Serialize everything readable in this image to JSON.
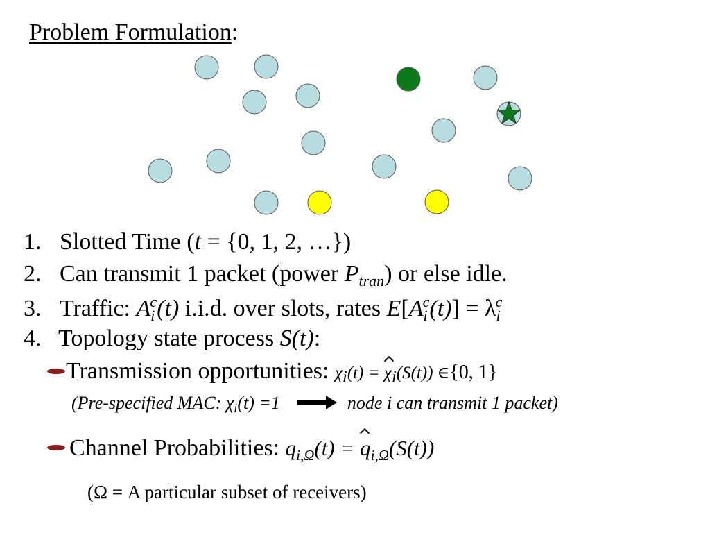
{
  "slide": {
    "title": "Problem Formulation",
    "title_colon": ":"
  },
  "network": {
    "node_colors": {
      "plain": "#b7dde0",
      "active_yellow": "#ffff00",
      "active_green": "#0a7a1a",
      "outline": "#555555"
    },
    "nodes": [
      {
        "type": "plain"
      },
      {
        "type": "plain"
      },
      {
        "type": "plain"
      },
      {
        "type": "plain"
      },
      {
        "type": "plain"
      },
      {
        "type": "plain"
      },
      {
        "type": "plain"
      },
      {
        "type": "plain"
      },
      {
        "type": "plain"
      },
      {
        "type": "plain"
      },
      {
        "type": "plain"
      },
      {
        "type": "plain"
      },
      {
        "type": "yellow"
      },
      {
        "type": "yellow"
      },
      {
        "type": "green"
      },
      {
        "type": "green-star"
      },
      {
        "type": "yellow-star"
      }
    ]
  },
  "items": [
    {
      "num": "1.",
      "text_a": "Slotted Time (",
      "t": "t",
      "text_b": " = {0, 1, 2, …})"
    },
    {
      "num": "2.",
      "text_a": "Can transmit 1 packet (power ",
      "p": "P",
      "p_sub": "tran",
      "text_b": ") or else idle."
    },
    {
      "num": "3.",
      "text_a": "Traffic: ",
      "a": "A",
      "a_sub": "i",
      "a_sup": "c",
      "a_t": "(t)",
      "text_b": "  i.i.d. over slots, rates ",
      "e": "E",
      "e_b1": "[",
      "e_a": "A",
      "e_a_sub": "i",
      "e_a_sup": "c",
      "e_t": "(t)",
      "e_b2": "] = ",
      "lambda": "λ",
      "lambda_sub": "i",
      "lambda_sup": "c"
    },
    {
      "num": "4.",
      "text_a": "Topology state process ",
      "s": "S(t)",
      "text_b": ":"
    }
  ],
  "sub_items": {
    "transmission": {
      "label": "Transmission opportunities: ",
      "chi": "χ",
      "chi_sub": "i",
      "chi_t": "(t) = ",
      "chi2": "χ",
      "chi2_sub": "i",
      "chi2_arg": "(S(t))",
      "in": " ∈",
      "set": "{0, 1}"
    },
    "pre_mac": {
      "text_a": "(Pre-specified MAC: ",
      "chi": "χ",
      "chi_sub": "i",
      "chi_t": "(t) =1",
      "text_b": "node i can transmit 1 packet)"
    },
    "channel": {
      "label": "Channel Probabilities:  ",
      "q": "q",
      "q_sub": "i,Ω",
      "q_t": "(t) = ",
      "q2": "q",
      "q2_sub": "i,Ω",
      "q2_arg": "(S(t))"
    },
    "omega_note": "(Ω = A particular subset of receivers)"
  },
  "colors": {
    "bullet": "#8b1a1a",
    "text": "#000000"
  }
}
